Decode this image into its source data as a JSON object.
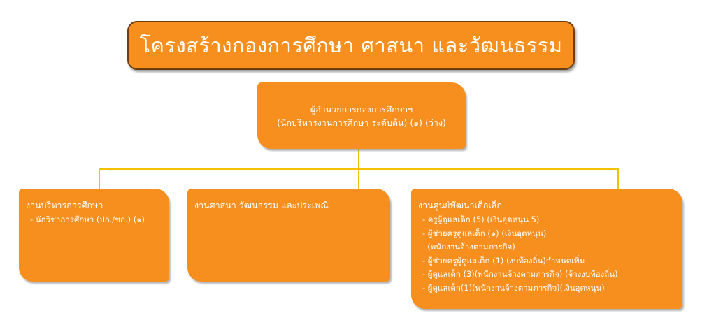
{
  "title": "โครงสร้างกองการศึกษา ศาสนา และวัฒนธรรม",
  "head": {
    "line1": "ผู้อำนวยการกองการศึกษาฯ",
    "line2": "(นักบริหารงานการศึกษา ระดับต้น) (๑) (ว่าง)"
  },
  "departments": [
    {
      "title": "งานบริหารการศึกษา",
      "items": [
        "- นักวิชาการศึกษา  (ปก./ชก.) (๑)"
      ]
    },
    {
      "title": "งานศาสนา วัฒนธรรม และประเพณี",
      "items": []
    },
    {
      "title": "งานศูนย์พัฒนาเด็กเล็ก",
      "items": [
        "- ครูผู้ดูแลเด็ก (5) (เงินอุดหนุน 5)",
        "- ผู้ช่วยครูดูแลเด็ก (๑) (เงินอุดหนุน)",
        "  (พนักงานจ้างตามภารกิจ)",
        "- ผู้ช่วยครูผู้ดูแลเด็ก (1) (งบท้องถิ่น)กำหนดเพิ่ม",
        "- ผู้ดูแลเด็ก (3)(พนักงานจ้างตามภารกิจ) (จ้างงบท้องถิ่น)",
        "- ผู้ดูแลเด็ก(1)(พนักงานจ้างตามภารกิจ)(เงินอุดหนุน)"
      ]
    }
  ],
  "colors": {
    "box_fill": "#f78f1e",
    "connector": "#f2c200",
    "title_border": "#6b3d10",
    "text": "#ffffff"
  }
}
